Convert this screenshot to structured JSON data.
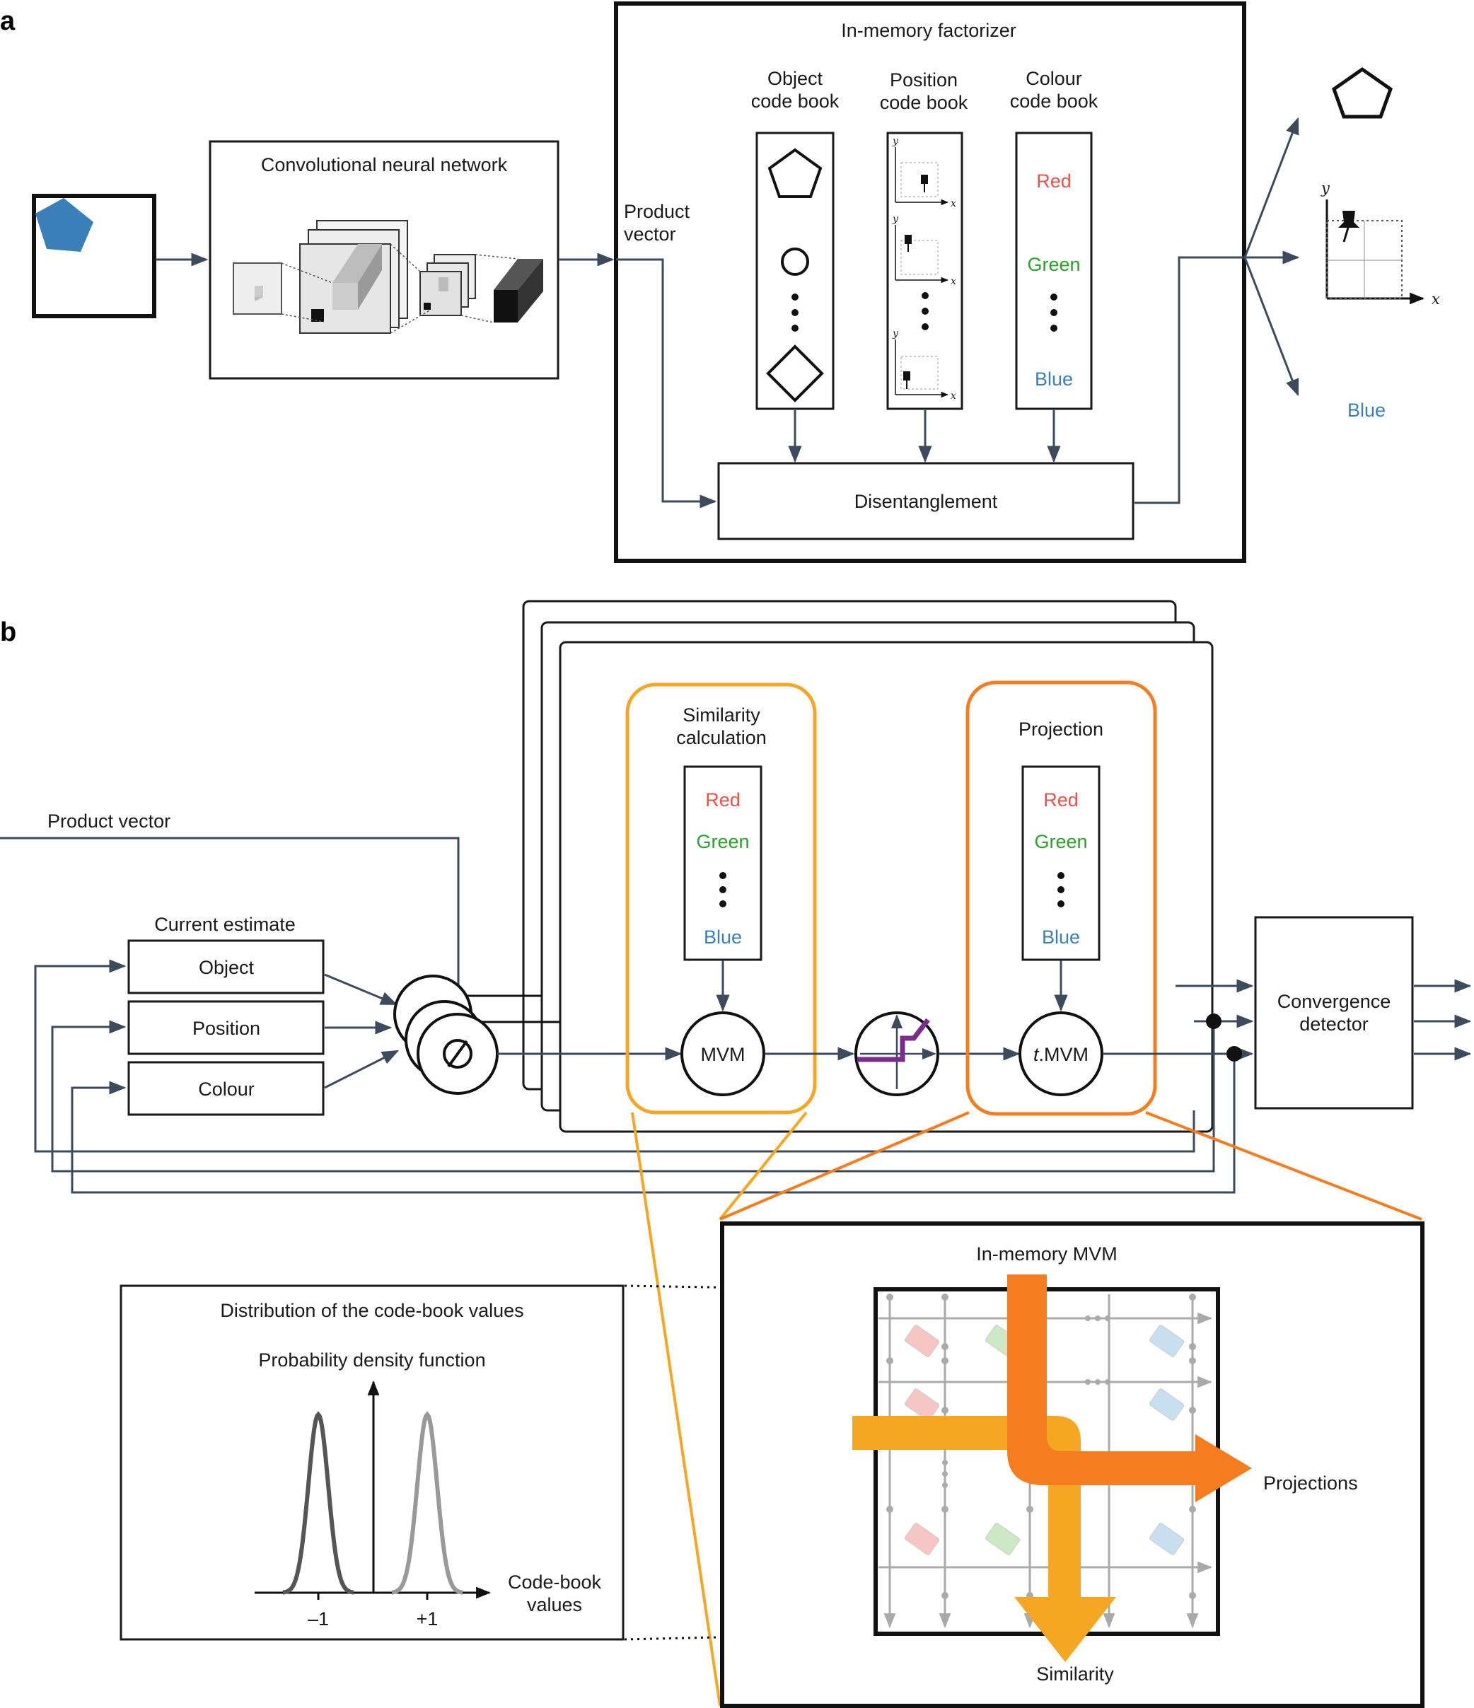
{
  "panel_labels": {
    "a": "a",
    "b": "b"
  },
  "panel_a": {
    "cnn_title": "Convolutional neural network",
    "product_vector_1": "Product",
    "product_vector_2": "vector",
    "factorizer_title": "In-memory factorizer",
    "object_cb_1": "Object",
    "object_cb_2": "code book",
    "position_cb_1": "Position",
    "position_cb_2": "code book",
    "colour_cb_1": "Colour",
    "colour_cb_2": "code book",
    "red": "Red",
    "green": "Green",
    "blue": "Blue",
    "disentanglement": "Disentanglement",
    "output_blue": "Blue",
    "axis_x": "x",
    "axis_y": "y"
  },
  "panel_b": {
    "product_vector": "Product vector",
    "current_estimate": "Current estimate",
    "object": "Object",
    "position": "Position",
    "colour": "Colour",
    "similarity_1": "Similarity",
    "similarity_2": "calculation",
    "projection": "Projection",
    "red": "Red",
    "green": "Green",
    "blue": "Blue",
    "mvm": "MVM",
    "tmvm_t": "t",
    "tmvm_rest": ".MVM",
    "convergence_1": "Convergence",
    "convergence_2": "detector",
    "dist_title": "Distribution of the code-book values",
    "pdf_title": "Probability density function",
    "codebook_values_1": "Code-book",
    "codebook_values_2": "values",
    "tick_neg": "–1",
    "tick_pos": "+1",
    "inmem_mvm": "In-memory MVM",
    "projections": "Projections",
    "similarity_out": "Similarity"
  },
  "colors": {
    "red_text": "#e8524a",
    "green_text": "#2ca02c",
    "blue_text": "#3a7fb8",
    "orange_light": "#f5a623",
    "orange_dark": "#f57c1f",
    "pentagon_fill": "#3a7fb8",
    "purple_step": "#7b2d8e"
  }
}
